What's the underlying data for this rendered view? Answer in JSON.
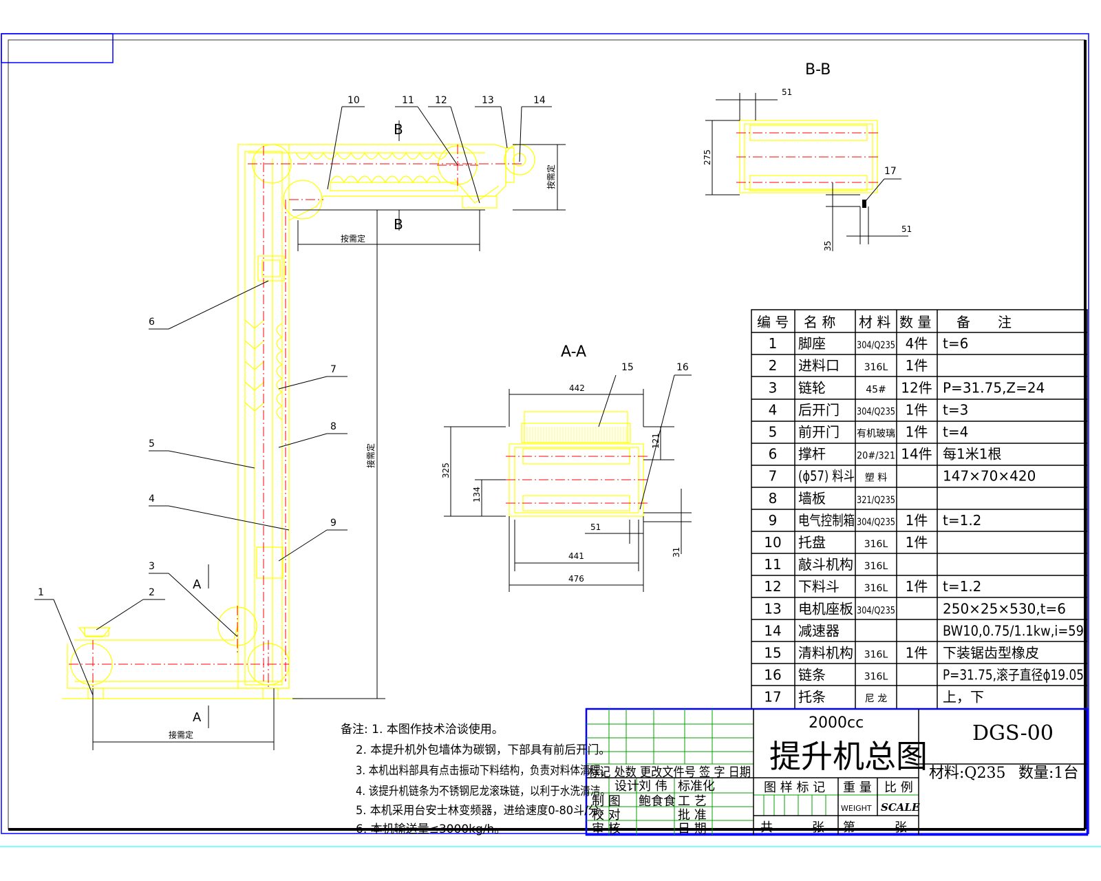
{
  "drawing": {
    "section_bb": "B-B",
    "section_aa": "A-A",
    "cut_a": "A",
    "cut_b": "B",
    "note_adjust": "按需定",
    "note_adjust_alt": "接需定",
    "dims_bb": {
      "d51_top": "51",
      "d275": "275",
      "d35": "35",
      "d51_right": "51"
    },
    "dims_aa": {
      "d442": "442",
      "d325": "325",
      "d134": "134",
      "d121": "121",
      "d51": "51",
      "d441": "441",
      "d476": "476",
      "d31": "31"
    },
    "leaders": [
      "1",
      "2",
      "3",
      "4",
      "5",
      "6",
      "7",
      "8",
      "9",
      "10",
      "11",
      "12",
      "13",
      "14",
      "15",
      "16",
      "17"
    ],
    "colors": {
      "frame": "#0000ff",
      "outline": "#ffff00",
      "center": "#ff0000",
      "ink": "#000000"
    }
  },
  "bom": {
    "headers": [
      "编 号",
      "名 称",
      "材 料",
      "数 量",
      "备　　注"
    ],
    "rows": [
      {
        "no": "1",
        "name": "脚座",
        "mat": "304/Q235",
        "qty": "4件",
        "note": "t=6"
      },
      {
        "no": "2",
        "name": "进料口",
        "mat": "316L",
        "qty": "1件",
        "note": ""
      },
      {
        "no": "3",
        "name": "链轮",
        "mat": "45#",
        "qty": "12件",
        "note": "P=31.75,Z=24"
      },
      {
        "no": "4",
        "name": "后开门",
        "mat": "304/Q235",
        "qty": "1件",
        "note": "t=3"
      },
      {
        "no": "5",
        "name": "前开门",
        "mat": "有机玻璃",
        "qty": "1件",
        "note": "t=4"
      },
      {
        "no": "6",
        "name": "撑杆",
        "mat": "20#/321",
        "qty": "14件",
        "note": "每1米1根"
      },
      {
        "no": "7",
        "name": "(ϕ57) 料斗",
        "mat": "塑 料",
        "qty": "",
        "note": "147×70×420"
      },
      {
        "no": "8",
        "name": "墙板",
        "mat": "321/Q235",
        "qty": "",
        "note": ""
      },
      {
        "no": "9",
        "name": "电气控制箱",
        "mat": "304/Q235",
        "qty": "1件",
        "note": "t=1.2"
      },
      {
        "no": "10",
        "name": "托盘",
        "mat": "316L",
        "qty": "1件",
        "note": ""
      },
      {
        "no": "11",
        "name": "敲斗机构",
        "mat": "316L",
        "qty": "",
        "note": ""
      },
      {
        "no": "12",
        "name": "下料斗",
        "mat": "316L",
        "qty": "1件",
        "note": "t=1.2"
      },
      {
        "no": "13",
        "name": "电机座板",
        "mat": "304/Q235",
        "qty": "",
        "note": "250×25×530,t=6"
      },
      {
        "no": "14",
        "name": "减速器",
        "mat": "",
        "qty": "",
        "note": "BW10,0.75/1.1kw,i=59"
      },
      {
        "no": "15",
        "name": "清料机构",
        "mat": "316L",
        "qty": "1件",
        "note": "下装锯齿型橡皮"
      },
      {
        "no": "16",
        "name": "链条",
        "mat": "316L",
        "qty": "",
        "note": "P=31.75,滚子直径ϕ19.05"
      },
      {
        "no": "17",
        "name": "托条",
        "mat": "尼 龙",
        "qty": "",
        "note": "上，下"
      }
    ]
  },
  "notes": {
    "title": "备注: 1. 本图作技术洽谈使用。",
    "lines": [
      "2. 本提升机外包墙体为碳钢，下部具有前后开门。",
      "3. 本机出料部具有点击振动下料结构，负责对料体清理。",
      "4. 该提升机链条为不锈钢尼龙滚珠链，以利于水洗清洁。",
      "5. 本机采用台安士林变频器，进给速度0-80斗/分。",
      "6. 本机输送量≤3000kg/h。"
    ]
  },
  "title_block": {
    "capacity": "2000cc",
    "drawing_title": "提升机总图",
    "drawing_no": "DGS-00",
    "material": "材料:Q235",
    "quantity": "数量:1台",
    "rev_header": "标记 处数 更改文件号 签 字 日期",
    "design": "设计",
    "designer": "刘 伟",
    "standard": "标准化",
    "draft": "制 图",
    "drafter": "鲍食食",
    "process": "工 艺",
    "check": "校 对",
    "approve": "批 准",
    "review": "审 核",
    "date": "日 期",
    "grid_header": "图 样 标 记",
    "weight": "重 量",
    "scale": "比 例",
    "weight_en": "WEIGHT",
    "scale_en": "SCALE",
    "sheets_total": "共",
    "sheet_unit": "张",
    "sheet_no": "第",
    "sheet_unit2": "张"
  }
}
